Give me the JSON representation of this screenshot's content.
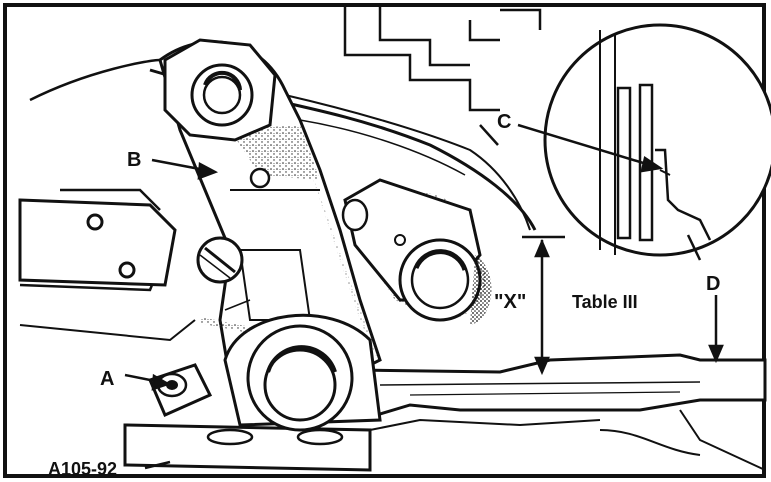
{
  "figure_id": "A105-92",
  "labels": {
    "a": "A",
    "b": "B",
    "c": "C",
    "d": "D",
    "x_dimension": "\"X\"",
    "table_ref": "Table III"
  }
}
